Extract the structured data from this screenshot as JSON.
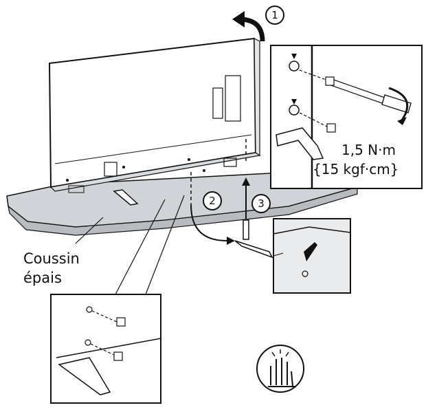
{
  "labels": {
    "cushion_line1": "Coussin",
    "cushion_line2": "épais",
    "torque_value": "1,5 N·m",
    "torque_alt": "{15 kgf·cm}"
  },
  "steps": [
    "1",
    "2",
    "3"
  ],
  "colors": {
    "line": "#111111",
    "cushion_fill": "#d0d3d7",
    "panel_fill": "#ffffff",
    "detail_bg": "#e9ebed"
  },
  "icons": [
    "curved-arrow-icon",
    "screw-icon",
    "hand-caution-icon"
  ]
}
